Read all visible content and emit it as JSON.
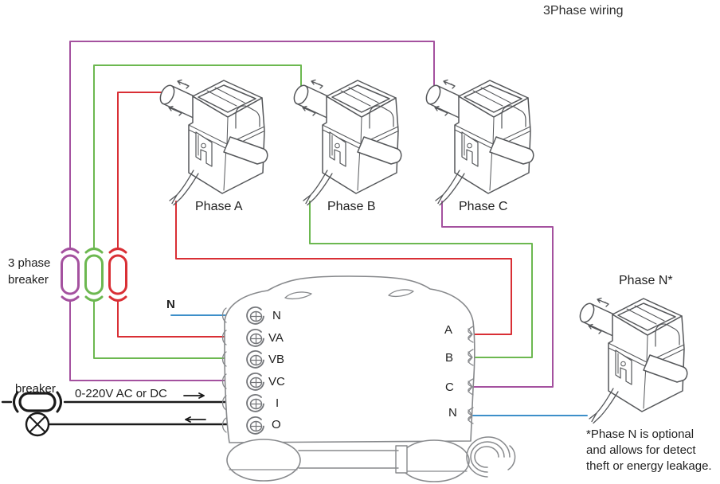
{
  "title": "3Phase wiring",
  "cts": {
    "phase_a": "Phase A",
    "phase_b": "Phase B",
    "phase_c": "Phase C",
    "phase_n": "Phase N*"
  },
  "labels": {
    "three_phase_breaker_line1": "3 phase",
    "three_phase_breaker_line2": "breaker",
    "neutral_in": "N",
    "breaker": "breaker",
    "power_range": "0-220V AC or DC"
  },
  "device": {
    "left_terminals": [
      "N",
      "VA",
      "VB",
      "VC",
      "I",
      "O"
    ],
    "right_terminals": [
      "A",
      "B",
      "C",
      "N"
    ]
  },
  "footnote": {
    "line1": "*Phase N is optional",
    "line2": "and allows for detect",
    "line3": "theft or energy leakage."
  },
  "wire_colors": {
    "phase_a_red": "#d92f35",
    "phase_b_green": "#6cb850",
    "phase_c_purple": "#a4519f",
    "neutral_blue": "#3d8fc9",
    "power_black": "#1a1a1a"
  }
}
